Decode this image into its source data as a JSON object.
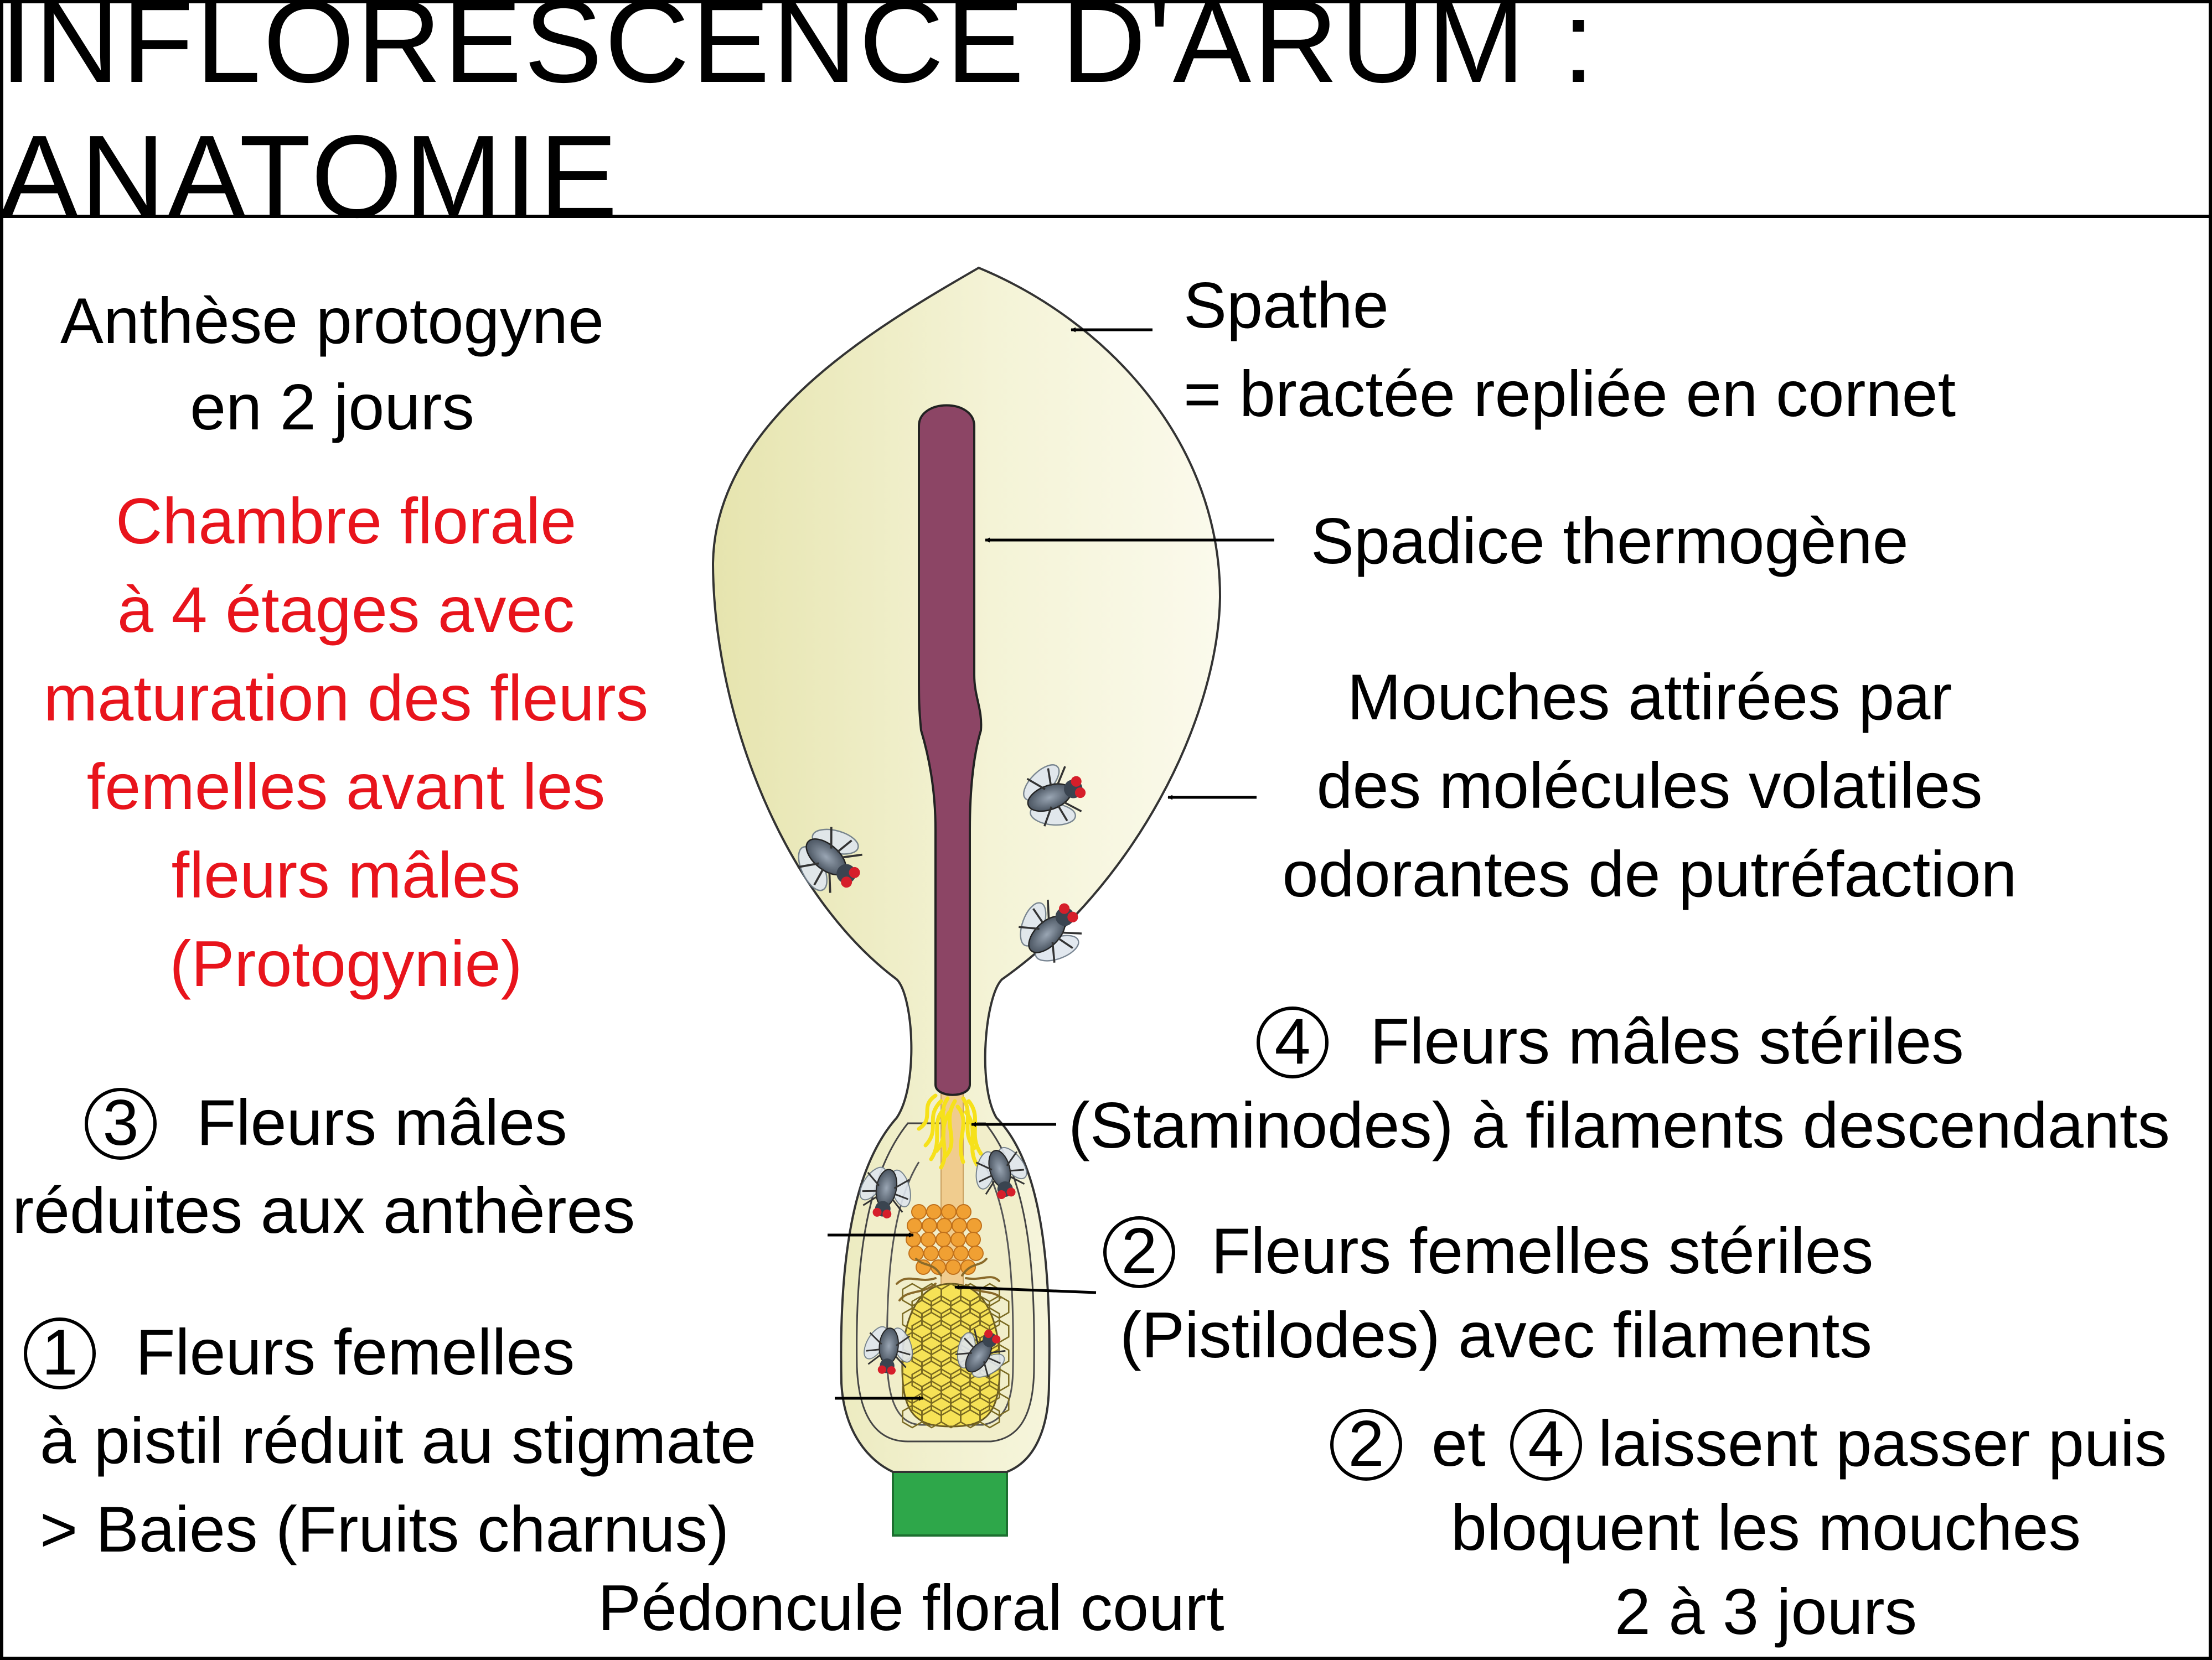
{
  "title": "INFLORESCENCE D'ARUM : ANATOMIE",
  "colors": {
    "spathe_fill": "#f2f1cf",
    "spathe_gradient_start": "#e6e4ae",
    "spadix": "#8c4565",
    "staminodes": "#f6e11a",
    "male_flowers": "#f0a033",
    "female_flowers": "#f6e256",
    "peduncle": "#2ea74a",
    "highlight_text": "#e8141c"
  },
  "left": {
    "anthesis": [
      "Anthèse protogyne",
      "en 2 jours"
    ],
    "chamber": [
      "Chambre florale",
      "à 4 étages avec",
      "maturation des fleurs",
      "femelles avant les",
      "fleurs mâles",
      "(Protogynie)"
    ],
    "male_flowers": {
      "number": "3",
      "lines": [
        "Fleurs mâles",
        "réduites aux anthères"
      ]
    },
    "female_flowers": {
      "number": "1",
      "lines": [
        "Fleurs femelles",
        "à pistil réduit au stigmate",
        "> Baies (Fruits charnus)"
      ]
    }
  },
  "right": {
    "spathe": [
      "Spathe",
      "= bractée repliée en cornet"
    ],
    "spadix": "Spadice thermogène",
    "flies": [
      "Mouches attirées par",
      "des molécules volatiles",
      "odorantes de putréfaction"
    ],
    "staminodes": {
      "number": "4",
      "lines": [
        "Fleurs mâles stériles",
        "(Staminodes) à filaments descendants"
      ]
    },
    "pistillodes": {
      "number": "2",
      "lines": [
        "Fleurs femelles stériles",
        "(Pistilodes) avec filaments"
      ]
    },
    "blocking": {
      "number_a": "2",
      "connector": "et",
      "number_b": "4",
      "lines": [
        "laissent passer puis",
        "bloquent les mouches",
        "2 à 3  jours"
      ]
    }
  },
  "peduncle": "Pédoncule floral court",
  "icons": [
    "fly-icon",
    "arrow-icon",
    "circled-number-icon"
  ]
}
